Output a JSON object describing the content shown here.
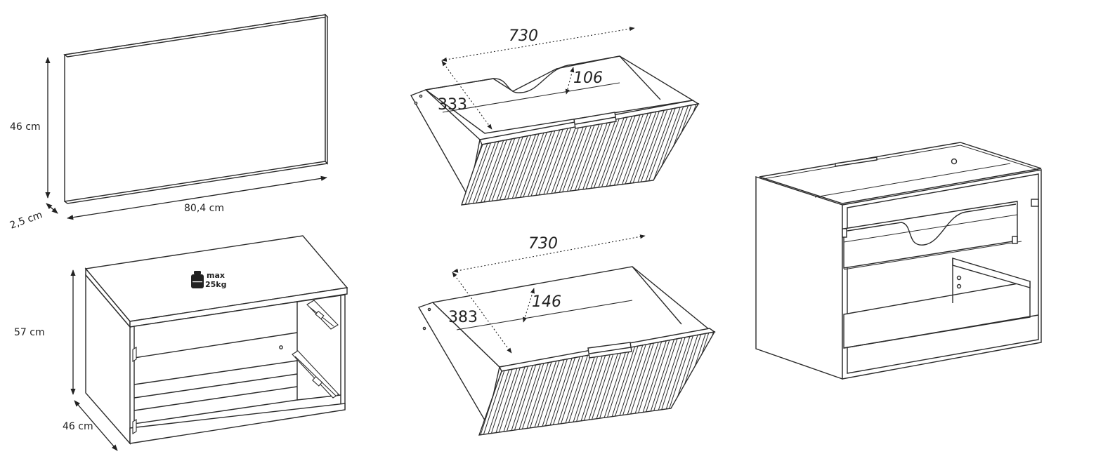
{
  "mirror": {
    "height": "46 cm",
    "width": "80,4 cm",
    "depth": "2,5 cm"
  },
  "cabinet": {
    "height": "57 cm",
    "depth": "46 cm",
    "load_line1": "max",
    "load_line2": "25kg"
  },
  "drawer_top": {
    "width": "730",
    "depth": "333",
    "height": "106"
  },
  "drawer_bottom": {
    "width": "730",
    "depth": "383",
    "height": "146"
  },
  "colors": {
    "line": "#2b2b2b",
    "dim_line": "#222222",
    "fill": "#ffffff"
  }
}
